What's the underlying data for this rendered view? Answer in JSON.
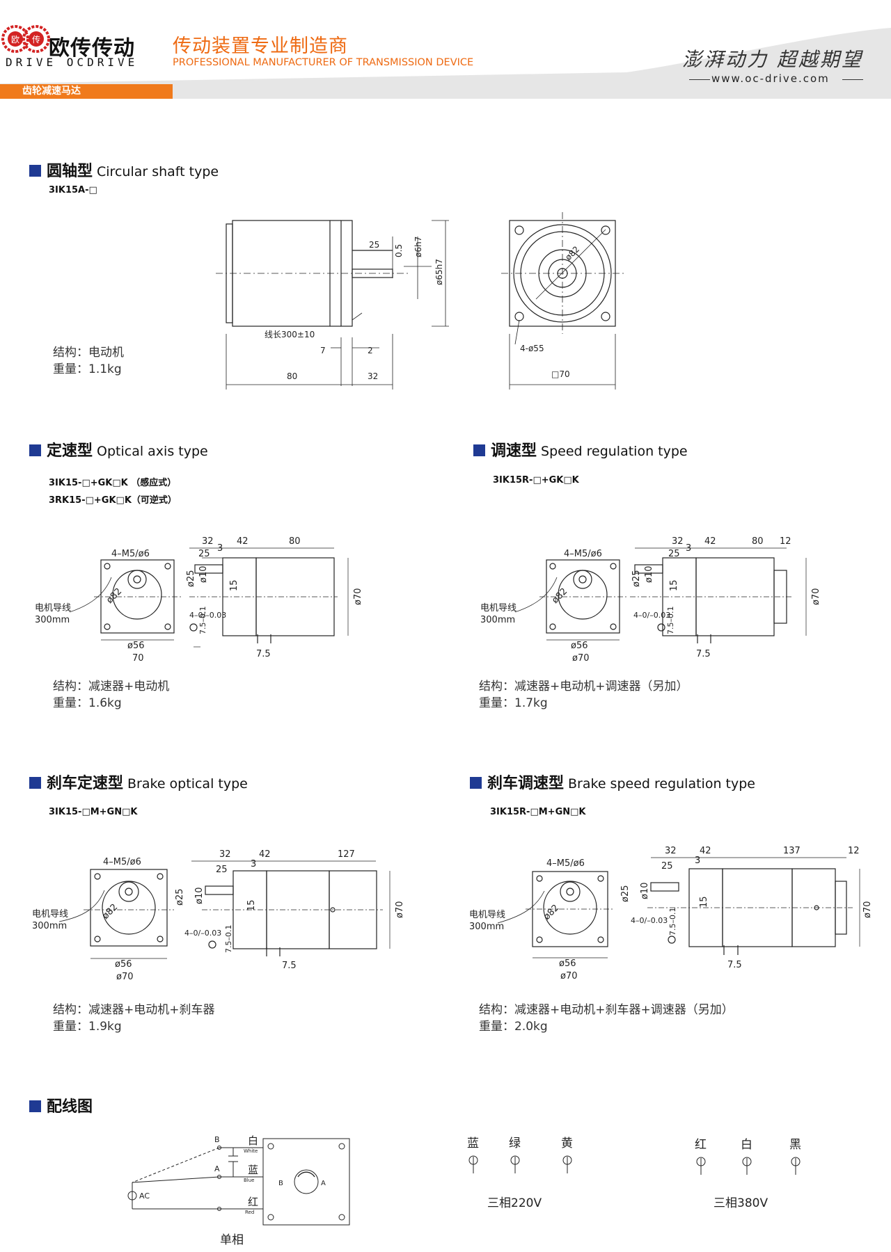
{
  "header": {
    "brand_cn": "欧传传动",
    "brand_en": "DRIVE OCDRIVE",
    "tagline_cn": "传动装置专业制造商",
    "tagline_en": "PROFESSIONAL MANUFACTURER OF TRANSMISSION DEVICE",
    "category": "齿轮减速马达",
    "slogan": "澎湃动力 超越期望",
    "website": "www.oc-drive.com",
    "accent_color": "#ee6a12",
    "square_color": "#1f3a93"
  },
  "sections": {
    "circular": {
      "title_cn": "圆轴型",
      "title_en": "Circular shaft type",
      "model": "3IK15A-□",
      "structure": "结构：电动机",
      "weight": "重量：1.1kg",
      "dims": {
        "d25": "25",
        "d05": "0.5",
        "d6h7": "ø6h7",
        "d65h7": "ø65h7",
        "wire": "线长300±10",
        "d7": "7",
        "d2": "2",
        "d80": "80",
        "d32": "32",
        "d82": "ø82",
        "holes": "4-ø55",
        "sq70": "□70"
      }
    },
    "optical": {
      "title_cn": "定速型",
      "title_en": "Optical axis type",
      "model1": "3IK15-□+GK□K （感应式）",
      "model2": "3RK15-□+GK□K（可逆式）",
      "structure": "结构：减速器+电动机",
      "weight": "重量：1.6kg",
      "dims": {
        "m5": "4–M5/ø6",
        "wire": "电机导线",
        "wire_len": "300mm",
        "d82": "ø82",
        "d56": "ø56",
        "d70b": "70",
        "d32": "32",
        "d42": "42",
        "d80": "80",
        "d25": "25",
        "d3": "3",
        "d25v": "ø25",
        "d10v": "ø10",
        "d15": "15",
        "d70v": "ø70",
        "key": "4–0/–0.03",
        "d75": "7.5–0.1",
        "d75b": "7.5"
      }
    },
    "speed": {
      "title_cn": "调速型",
      "title_en": "Speed regulation type",
      "model": "3IK15R-□+GK□K",
      "structure": "结构：减速器+电动机+调速器（另加）",
      "weight": "重量：1.7kg",
      "dims": {
        "m5": "4–M5/ø6",
        "wire": "电机导线",
        "wire_len": "300mm",
        "d82": "ø82",
        "d56": "ø56",
        "d70b": "ø70",
        "d32": "32",
        "d42": "42",
        "d80": "80",
        "d12": "12",
        "d25": "25",
        "d3": "3",
        "d25v": "ø25",
        "d10v": "ø10",
        "d15": "15",
        "d70v": "ø70",
        "key": "4–0/–0.03",
        "d75": "7.5–0.1",
        "d75b": "7.5"
      }
    },
    "brake_optical": {
      "title_cn": "刹车定速型",
      "title_en": "Brake optical type",
      "model": "3IK15-□M+GN□K",
      "structure": "结构：减速器+电动机+刹车器",
      "weight": "重量：1.9kg",
      "dims": {
        "m5": "4–M5/ø6",
        "wire": "电机导线",
        "wire_len": "300mm",
        "d82": "ø82",
        "d56": "ø56",
        "d70b": "ø70",
        "d32": "32",
        "d42": "42",
        "d127": "127",
        "d25": "25",
        "d3": "3",
        "d25v": "ø25",
        "d10v": "ø10",
        "d15": "15",
        "d70v": "ø70",
        "key": "4–0/–0.03",
        "d75": "7.5–0.1",
        "d75b": "7.5"
      }
    },
    "brake_speed": {
      "title_cn": "刹车调速型",
      "title_en": "Brake speed regulation type",
      "model": "3IK15R-□M+GN□K",
      "structure": "结构：减速器+电动机+刹车器+调速器（另加）",
      "weight": "重量：2.0kg",
      "dims": {
        "m5": "4–M5/ø6",
        "wire": "电机导线",
        "wire_len": "300mm",
        "d82": "ø82",
        "d56": "ø56",
        "d70b": "ø70",
        "d32": "32",
        "d42": "42",
        "d137": "137",
        "d12": "12",
        "d25": "25",
        "d3": "3",
        "d25v": "ø25",
        "d10v": "ø10",
        "d15": "15",
        "d70v": "ø70",
        "key": "4–0/–0.03",
        "d75": "7.5–0.1",
        "d75b": "7.5"
      }
    },
    "wiring": {
      "title_cn": "配线图",
      "single_phase": "单相",
      "labels": {
        "b": "B",
        "a": "A",
        "white": "白",
        "white_en": "White",
        "blue": "蓝",
        "blue_en": "Blue",
        "red": "红",
        "red_en": "Red",
        "ac": "AC",
        "rot_b": "B",
        "rot_a": "A"
      },
      "three_phase_220": {
        "wires": [
          "蓝",
          "绿",
          "黄"
        ],
        "label": "三相220V"
      },
      "three_phase_380": {
        "wires": [
          "红",
          "白",
          "黑"
        ],
        "label": "三相380V"
      }
    }
  }
}
